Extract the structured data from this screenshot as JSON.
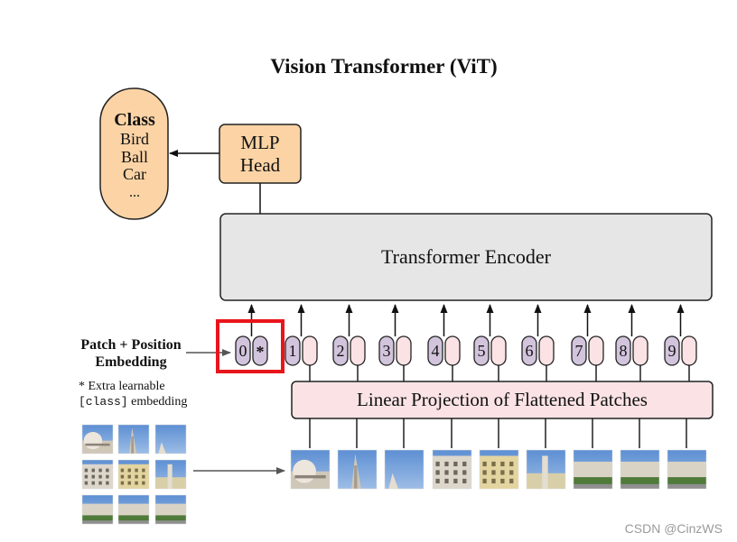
{
  "title": "Vision Transformer (ViT)",
  "class_box": {
    "heading": "Class",
    "items": [
      "Bird",
      "Ball",
      "Car",
      "..."
    ]
  },
  "mlp_head": {
    "line1": "MLP",
    "line2": "Head"
  },
  "encoder": {
    "label": "Transformer Encoder"
  },
  "embedding_label": {
    "line1": "Patch + Position",
    "line2": "Embedding"
  },
  "note": {
    "line1": "* Extra learnable",
    "line2_code": "[class]",
    "line2_rest": " embedding"
  },
  "projection": {
    "label": "Linear Projection of Flattened Patches"
  },
  "tokens": [
    "0",
    "1",
    "2",
    "3",
    "4",
    "5",
    "6",
    "7",
    "8",
    "9"
  ],
  "class_token_marker": "*",
  "watermark": "CSDN @CinzWS",
  "colors": {
    "orange_fill": "#fbd3a5",
    "gray_fill": "#e6e6e6",
    "pink_fill": "#fbe3e5",
    "purple_fill": "#d2c4dc",
    "highlight_red": "#e8151b"
  }
}
